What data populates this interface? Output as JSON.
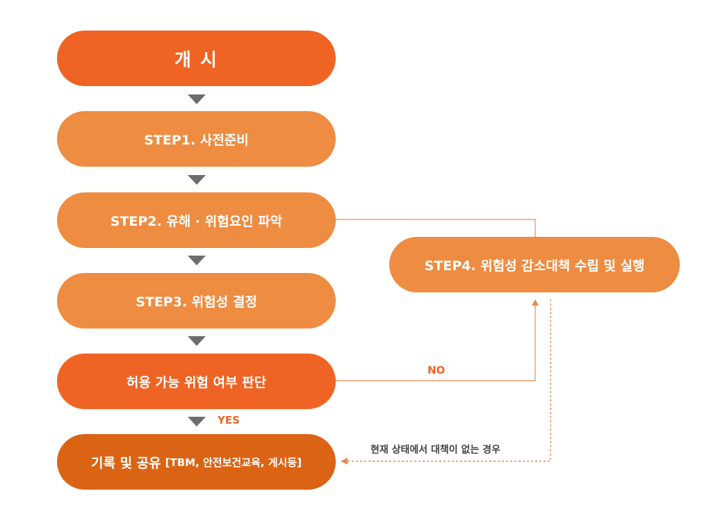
{
  "flow": {
    "start": "개 시",
    "step1": "STEP1. 사전준비",
    "step2": "STEP2. 유해 · 위험요인 파악",
    "step3": "STEP3. 위험성 결정",
    "decision": "허용 가능 위험 여부 판단",
    "record_main": "기록 및 공유",
    "record_sub": "[TBM, 안전보건교육, 게시등]",
    "step4": "STEP4. 위험성 감소대책 수립 및 실행"
  },
  "edges": {
    "yes": "YES",
    "no": "NO",
    "no_measure": "현재 상태에서 대책이 없는 경우"
  },
  "colors": {
    "primary": "#ef6424",
    "step": "#ee8c41",
    "record": "#db6414",
    "arrow": "#6d6d6d",
    "line": "#e9884a"
  }
}
